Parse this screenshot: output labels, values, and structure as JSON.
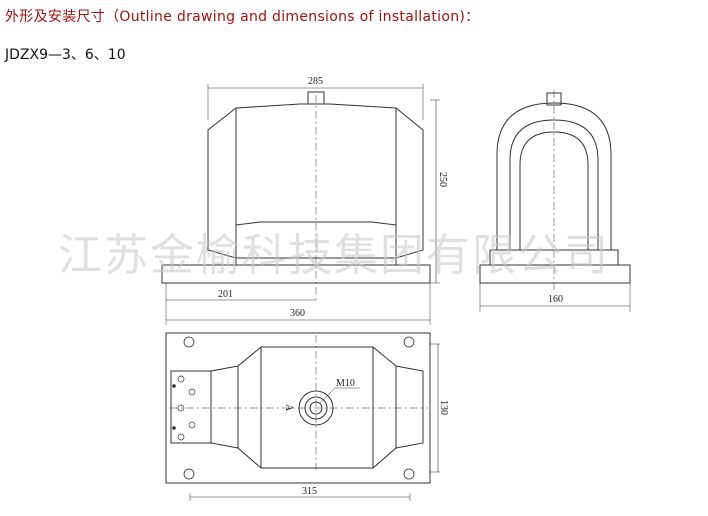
{
  "heading": "外形及安装尺寸（Outline drawing and dimensions of installation)：",
  "model": "JDZX9—3、6、10",
  "watermark": "江苏金榆科技集团有限公司",
  "dimensions": {
    "front_width": "285",
    "height": "250",
    "offset": "201",
    "base_length": "360",
    "side_width": "160",
    "thread": "M10",
    "mount_depth": "130",
    "mount_length": "315",
    "center_mark": "A"
  }
}
